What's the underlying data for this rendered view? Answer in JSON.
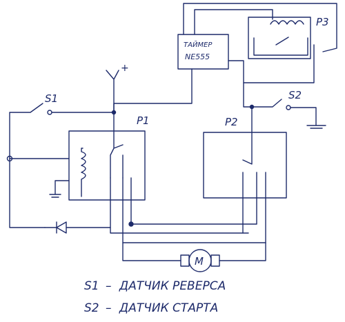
{
  "diagram": {
    "labels": {
      "timer_line1": "ТАЙМЕР",
      "timer_line2": "NE555",
      "relay1": "P1",
      "relay2": "P2",
      "relay3": "P3",
      "switch1": "S1",
      "switch2": "S2",
      "supply": "+",
      "motor": "M"
    },
    "legend": [
      {
        "code": "S1",
        "dash": "–",
        "text": "ДАТЧИК РЕВЕРСА"
      },
      {
        "code": "S2",
        "dash": "–",
        "text": "ДАТЧИК СТАРТА"
      }
    ],
    "ink_color": "#1d2a6a"
  }
}
